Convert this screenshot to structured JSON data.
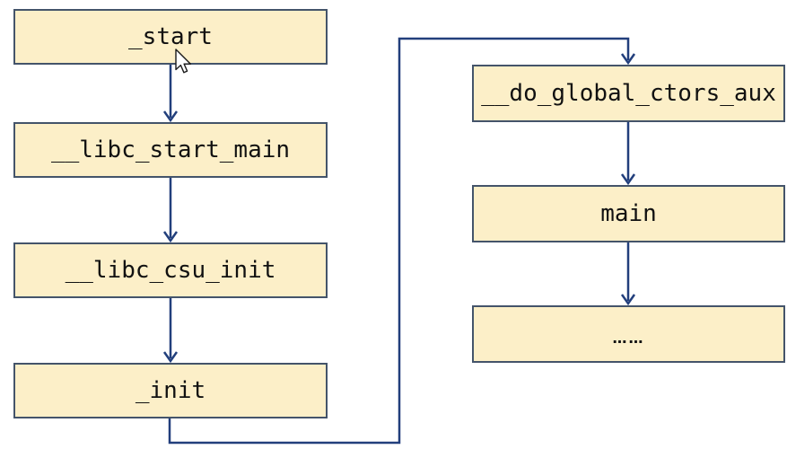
{
  "diagram": {
    "colors": {
      "background": "#ffffff",
      "box_fill": "#fcefc8",
      "box_border": "#44546a",
      "arrow_color": "#223f7c",
      "text_color": "#111111"
    },
    "nodes": [
      {
        "id": "start",
        "label": "_start"
      },
      {
        "id": "libc-start-main",
        "label": "__libc_start_main"
      },
      {
        "id": "libc-csu-init",
        "label": "__libc_csu_init"
      },
      {
        "id": "init",
        "label": "_init"
      },
      {
        "id": "do-global-ctors-aux",
        "label": "__do_global_ctors_aux"
      },
      {
        "id": "main",
        "label": "main"
      },
      {
        "id": "ellipsis",
        "label": "……"
      }
    ],
    "edges": [
      {
        "from": "start",
        "to": "libc-start-main"
      },
      {
        "from": "libc-start-main",
        "to": "libc-csu-init"
      },
      {
        "from": "libc-csu-init",
        "to": "init"
      },
      {
        "from": "init",
        "to": "do-global-ctors-aux",
        "route": "down-right-up-right"
      },
      {
        "from": "do-global-ctors-aux",
        "to": "main"
      },
      {
        "from": "main",
        "to": "ellipsis"
      }
    ],
    "cursor": {
      "shape": "arrow-pointer"
    }
  }
}
